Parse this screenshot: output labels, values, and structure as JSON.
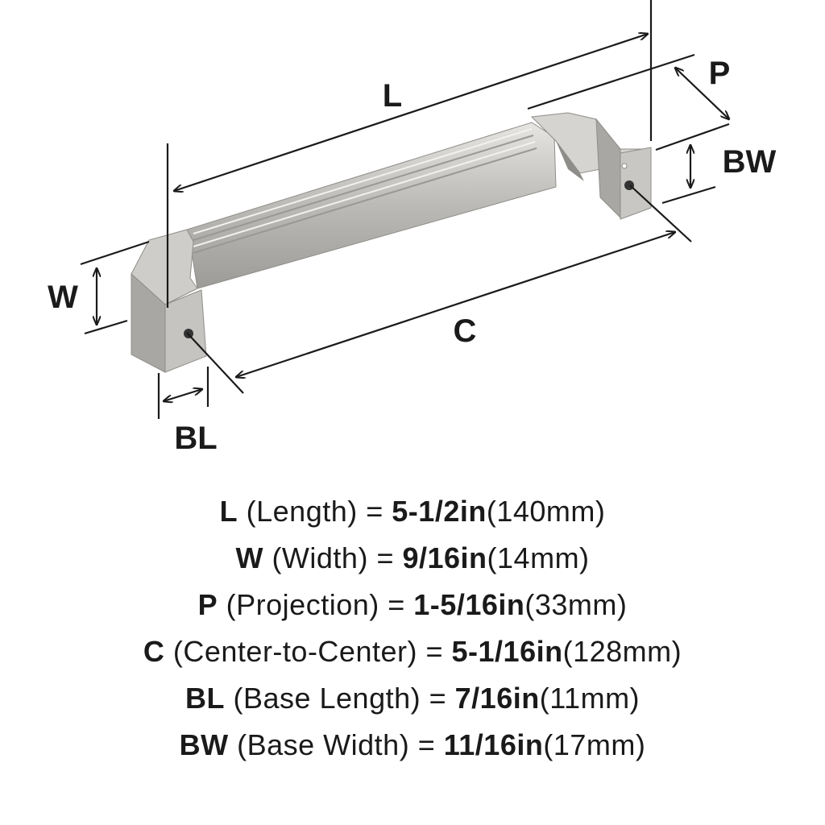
{
  "diagram": {
    "labels": {
      "L": "L",
      "P": "P",
      "BW": "BW",
      "W": "W",
      "C": "C",
      "BL": "BL"
    },
    "colors": {
      "metal": "#bdbbb7",
      "metal_dark": "#8f8d89",
      "metal_light": "#e2e1de",
      "line": "#1a1a1a"
    }
  },
  "specs": [
    {
      "key": "L",
      "name": "(Length) =",
      "imperial": "5-1/2in",
      "metric": "(140mm)"
    },
    {
      "key": "W",
      "name": "(Width) =",
      "imperial": "9/16in",
      "metric": "(14mm)"
    },
    {
      "key": "P",
      "name": "(Projection) =",
      "imperial": "1-5/16in",
      "metric": "(33mm)"
    },
    {
      "key": "C",
      "name": "(Center-to-Center) =",
      "imperial": "5-1/16in",
      "metric": "(128mm)"
    },
    {
      "key": "BL",
      "name": "(Base Length) =",
      "imperial": "7/16in",
      "metric": "(11mm)"
    },
    {
      "key": "BW",
      "name": "(Base Width) =",
      "imperial": "11/16in",
      "metric": "(17mm)"
    }
  ]
}
